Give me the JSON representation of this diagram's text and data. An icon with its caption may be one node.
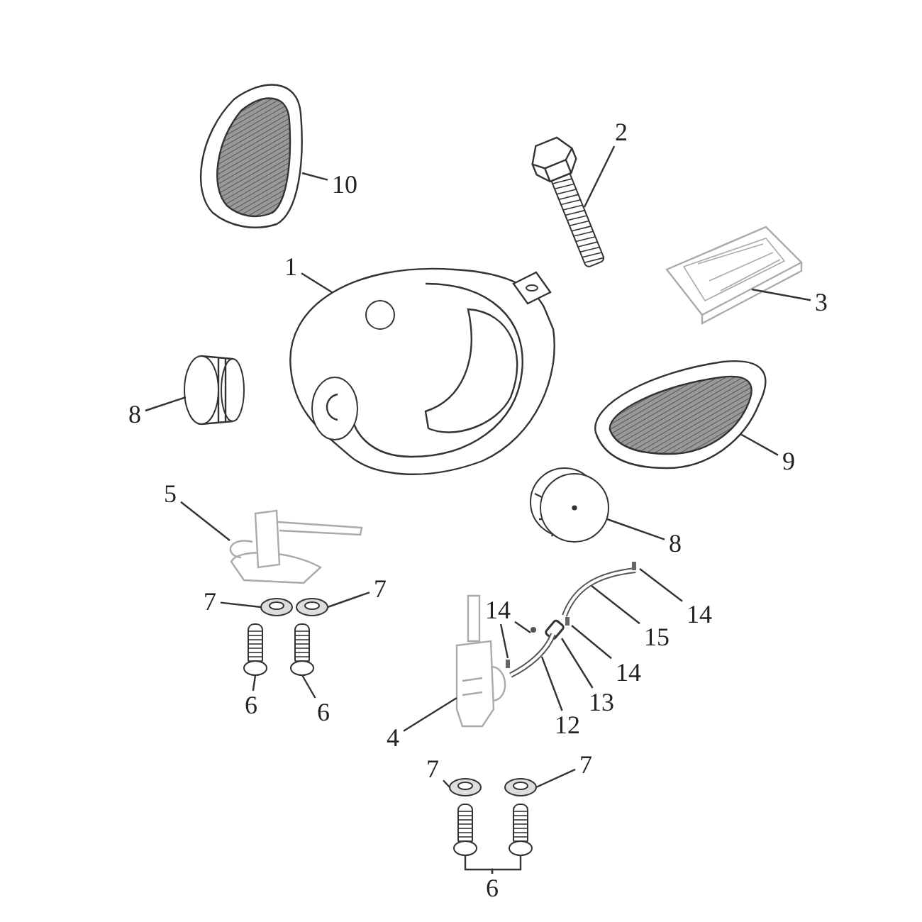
{
  "diagram": {
    "nodes": [
      {
        "text": [
          "10"
        ]
      },
      {
        "text": [],
        "shape": "picture"
      },
      {
        "text": [
          "2"
        ]
      },
      {
        "text": [],
        "shape": "picture"
      },
      {
        "text": [
          "1"
        ]
      },
      {
        "text": [],
        "shape": "picture"
      },
      {
        "text": [
          "3"
        ]
      },
      {
        "text": [],
        "shape": "picture"
      },
      {
        "text": [
          "8"
        ]
      },
      {
        "text": [],
        "shape": "cylinder"
      },
      {
        "text": [],
        "shape": "picture"
      },
      {
        "text": [
          "9"
        ]
      },
      {
        "text": [],
        "shape": "picture"
      },
      {
        "text": [
          "8"
        ]
      },
      {
        "text": [
          "5"
        ]
      },
      {
        "text": [],
        "shape": "picture"
      },
      {
        "text": [
          "7"
        ]
      },
      {
        "text": [],
        "shape": "picture"
      },
      {
        "text": [],
        "shape": "picture"
      },
      {
        "text": [
          "7"
        ]
      },
      {
        "text": [],
        "shape": "picture"
      },
      {
        "text": [],
        "shape": "picture"
      },
      {
        "text": [
          "6"
        ]
      },
      {
        "text": [
          "6"
        ]
      },
      {
        "text": [
          "14"
        ]
      },
      {
        "text": [
          "14"
        ]
      },
      {
        "text": [],
        "shape": "picture"
      },
      {
        "text": [
          "15"
        ]
      },
      {
        "text": [],
        "shape": "circle"
      },
      {
        "text": [],
        "shape": "bar"
      },
      {
        "text": [],
        "shape": "box"
      },
      {
        "text": [],
        "shape": "bar"
      },
      {
        "text": [],
        "shape": "picture"
      },
      {
        "text": [],
        "shape": "bar"
      },
      {
        "text": [],
        "shape": "picture"
      },
      {
        "text": [
          "14"
        ]
      },
      {
        "text": [
          "13"
        ]
      },
      {
        "text": [
          "4"
        ]
      },
      {
        "text": [
          "12"
        ]
      },
      {
        "text": [
          "7"
        ]
      },
      {
        "text": [],
        "shape": "picture"
      },
      {
        "text": [],
        "shape": "picture"
      },
      {
        "text": [
          "7"
        ]
      },
      {
        "text": [],
        "shape": "picture"
      },
      {
        "text": [],
        "shape": "picture"
      },
      {
        "text": [
          "6"
        ]
      }
    ],
    "edges": [
      {
        "from": 0,
        "to": 1,
        "arrow": "none"
      },
      {
        "from": 2,
        "to": 3,
        "arrow": "none"
      },
      {
        "from": 4,
        "to": 5,
        "arrow": "none"
      },
      {
        "from": 6,
        "to": 7,
        "arrow": "none"
      },
      {
        "from": 8,
        "to": 9,
        "arrow": "none"
      },
      {
        "from": 11,
        "to": 10,
        "arrow": "none"
      },
      {
        "from": 13,
        "to": 12,
        "arrow": "none"
      },
      {
        "from": 14,
        "to": 15,
        "arrow": "none"
      },
      {
        "from": 16,
        "to": 17,
        "arrow": "none"
      },
      {
        "from": 19,
        "to": 18,
        "arrow": "none"
      },
      {
        "from": 22,
        "to": 20,
        "arrow": "none"
      },
      {
        "from": 23,
        "to": 21,
        "arrow": "none"
      },
      {
        "from": 24,
        "to": 28,
        "arrow": "none"
      },
      {
        "from": 24,
        "to": 33,
        "arrow": "none"
      },
      {
        "from": 25,
        "to": 31,
        "arrow": "none"
      },
      {
        "from": 27,
        "to": 26,
        "arrow": "none"
      },
      {
        "from": 35,
        "to": 29,
        "arrow": "none"
      },
      {
        "from": 36,
        "to": 30,
        "arrow": "none"
      },
      {
        "from": 37,
        "to": 32,
        "arrow": "none"
      },
      {
        "from": 38,
        "to": 34,
        "arrow": "none"
      },
      {
        "from": 39,
        "to": 40,
        "arrow": "none"
      },
      {
        "from": 42,
        "to": 41,
        "arrow": "none"
      },
      {
        "from": 45,
        "to": 43,
        "arrow": "none"
      },
      {
        "from": 45,
        "to": 44,
        "arrow": "none"
      }
    ]
  }
}
